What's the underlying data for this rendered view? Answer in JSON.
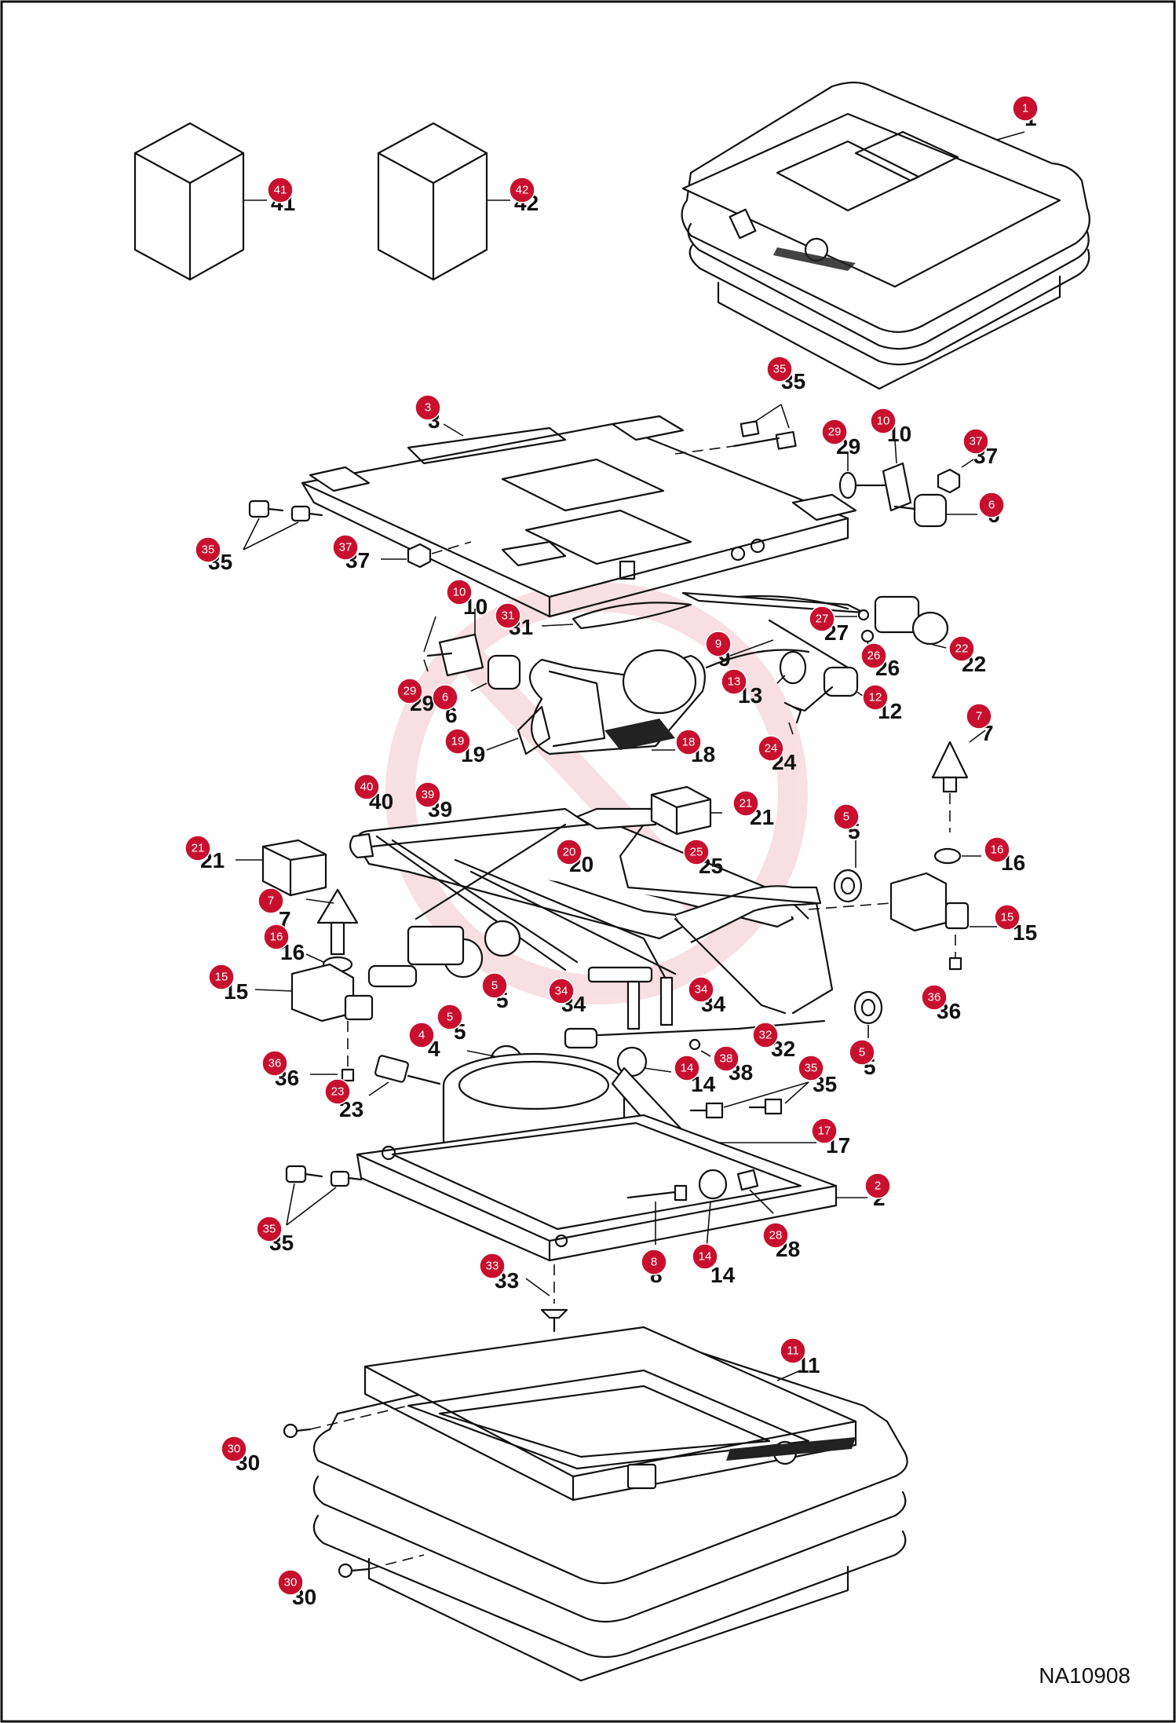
{
  "drawing_code": "NA10908",
  "callouts": [
    {
      "n": "1",
      "label": "1"
    },
    {
      "n": "41",
      "label": "41"
    },
    {
      "n": "42",
      "label": "42"
    },
    {
      "n": "3",
      "label": "3"
    },
    {
      "n": "35",
      "label": "35"
    },
    {
      "n": "29",
      "label": "29"
    },
    {
      "n": "10",
      "label": "10"
    },
    {
      "n": "37",
      "label": "37"
    },
    {
      "n": "6",
      "label": "6"
    },
    {
      "n": "31",
      "label": "31"
    },
    {
      "n": "27",
      "label": "27"
    },
    {
      "n": "22",
      "label": "22"
    },
    {
      "n": "26",
      "label": "26"
    },
    {
      "n": "9",
      "label": "9"
    },
    {
      "n": "13",
      "label": "13"
    },
    {
      "n": "12",
      "label": "12"
    },
    {
      "n": "19",
      "label": "19"
    },
    {
      "n": "18",
      "label": "18"
    },
    {
      "n": "24",
      "label": "24"
    },
    {
      "n": "7",
      "label": "7"
    },
    {
      "n": "40",
      "label": "40"
    },
    {
      "n": "39",
      "label": "39"
    },
    {
      "n": "21",
      "label": "21"
    },
    {
      "n": "5",
      "label": "5"
    },
    {
      "n": "20",
      "label": "20"
    },
    {
      "n": "25",
      "label": "25"
    },
    {
      "n": "16",
      "label": "16"
    },
    {
      "n": "15",
      "label": "15"
    },
    {
      "n": "36",
      "label": "36"
    },
    {
      "n": "34",
      "label": "34"
    },
    {
      "n": "32",
      "label": "32"
    },
    {
      "n": "4",
      "label": "4"
    },
    {
      "n": "38",
      "label": "38"
    },
    {
      "n": "14",
      "label": "14"
    },
    {
      "n": "23",
      "label": "23"
    },
    {
      "n": "17",
      "label": "17"
    },
    {
      "n": "2",
      "label": "2"
    },
    {
      "n": "28",
      "label": "28"
    },
    {
      "n": "8",
      "label": "8"
    },
    {
      "n": "33",
      "label": "33"
    },
    {
      "n": "11",
      "label": "11"
    },
    {
      "n": "30",
      "label": "30"
    }
  ]
}
